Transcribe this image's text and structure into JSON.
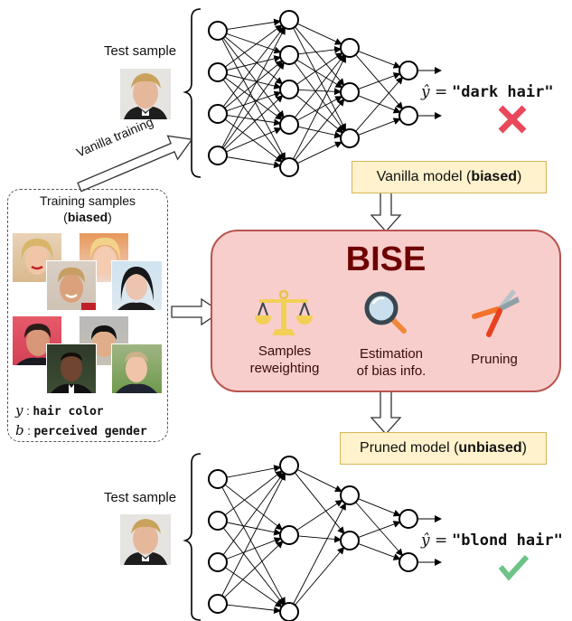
{
  "top_section": {
    "test_sample_label": "Test sample",
    "vanilla_training_label": "Vanilla training",
    "prediction_symbol": "ŷ =",
    "prediction_value": "\"dark hair\"",
    "result_icon": "cross-mark-icon",
    "result_color": "#e8485a",
    "model_box_prefix": "Vanilla model (",
    "model_box_bold": "biased",
    "model_box_suffix": ")"
  },
  "training_box": {
    "title_line1": "Training samples",
    "title_bold": "biased",
    "legend": [
      {
        "symbol": "y",
        "sep": ":",
        "value": "hair color"
      },
      {
        "symbol": "b",
        "sep": ":",
        "value": "perceived gender"
      }
    ],
    "face_groups": [
      {
        "group": "blond-hair-women",
        "count": 4
      },
      {
        "group": "dark-hair-men",
        "count": 4
      }
    ]
  },
  "bise": {
    "title": "BISE",
    "items": [
      {
        "icon": "scales-icon",
        "line1": "Samples",
        "line2": "reweighting"
      },
      {
        "icon": "magnifier-icon",
        "line1": "Estimation",
        "line2": "of bias info."
      },
      {
        "icon": "pruning-shears-icon",
        "line1": "Pruning",
        "line2": ""
      }
    ],
    "fill_color": "#f8cecc",
    "border_color": "#b85450",
    "title_color": "#6f0000"
  },
  "bottom_section": {
    "test_sample_label": "Test sample",
    "prediction_symbol": "ŷ =",
    "prediction_value": "\"blond hair\"",
    "result_icon": "check-mark-icon",
    "result_color": "#6cc487",
    "model_box_prefix": "Pruned model (",
    "model_box_bold": "unbiased",
    "model_box_suffix": ")"
  },
  "networks": {
    "vanilla": {
      "layers": [
        4,
        5,
        3,
        2
      ],
      "connectivity": "dense"
    },
    "pruned": {
      "layers": [
        4,
        3,
        2,
        2
      ],
      "connectivity": "sparse"
    }
  }
}
